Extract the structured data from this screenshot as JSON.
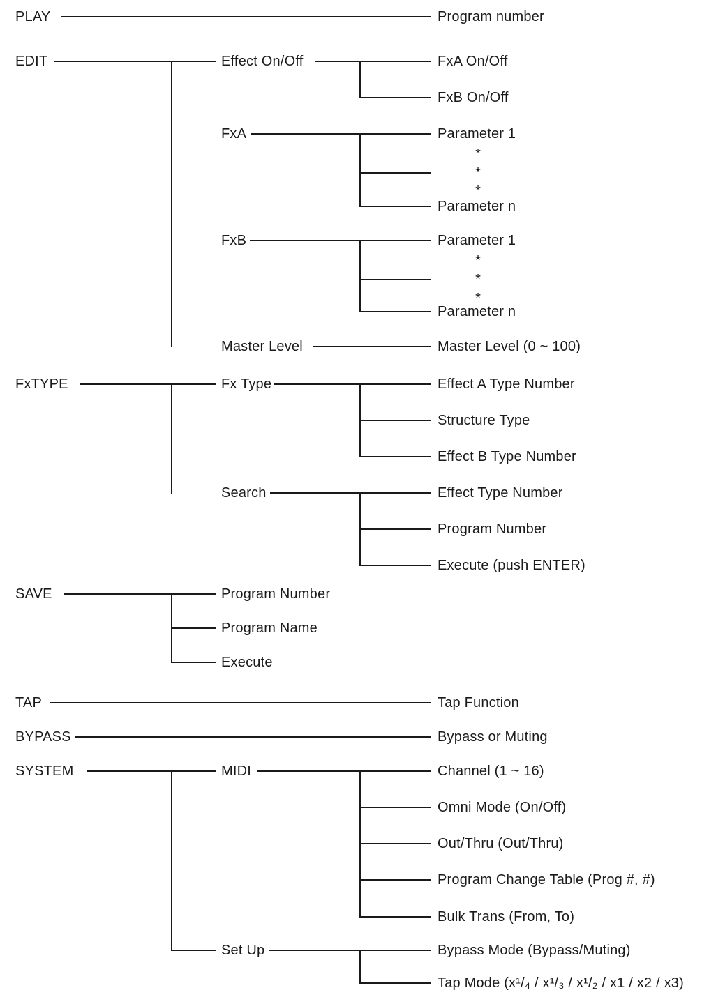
{
  "page": {
    "background_color": "#ffffff",
    "line_color": "#1a1a1a",
    "text_color": "#1a1a1a"
  },
  "tree": [
    {
      "label": "PLAY",
      "children": [
        {
          "label": "Program number"
        }
      ]
    },
    {
      "label": "EDIT",
      "children": [
        {
          "label": "Effect On/Off",
          "children": [
            {
              "label": "FxA On/Off"
            },
            {
              "label": "FxB On/Off"
            }
          ]
        },
        {
          "label": "FxA",
          "children": [
            {
              "label": "Parameter 1"
            },
            {
              "label": "*"
            },
            {
              "label": "*"
            },
            {
              "label": "*"
            },
            {
              "label": "Parameter n"
            }
          ]
        },
        {
          "label": "FxB",
          "children": [
            {
              "label": "Parameter 1"
            },
            {
              "label": "*"
            },
            {
              "label": "*"
            },
            {
              "label": "*"
            },
            {
              "label": "Parameter n"
            }
          ]
        },
        {
          "label": "Master Level",
          "children": [
            {
              "label": "Master Level (0 ~ 100)"
            }
          ]
        }
      ]
    },
    {
      "label": "FxTYPE",
      "children": [
        {
          "label": "Fx Type",
          "children": [
            {
              "label": "Effect A Type Number"
            },
            {
              "label": "Structure Type"
            },
            {
              "label": "Effect B Type Number"
            }
          ]
        },
        {
          "label": "Search",
          "children": [
            {
              "label": "Effect Type Number"
            },
            {
              "label": "Program Number"
            },
            {
              "label": "Execute (push ENTER)"
            }
          ]
        }
      ]
    },
    {
      "label": "SAVE",
      "children": [
        {
          "label": "Program Number"
        },
        {
          "label": "Program Name"
        },
        {
          "label": "Execute"
        }
      ]
    },
    {
      "label": "TAP",
      "children": [
        {
          "label": "Tap Function"
        }
      ]
    },
    {
      "label": "BYPASS",
      "children": [
        {
          "label": "Bypass or Muting"
        }
      ]
    },
    {
      "label": "SYSTEM",
      "children": [
        {
          "label": "MIDI",
          "children": [
            {
              "label": "Channel (1 ~ 16)"
            },
            {
              "label": "Omni Mode (On/Off)"
            },
            {
              "label": "Out/Thru (Out/Thru)"
            },
            {
              "label": "Program Change Table (Prog #, #)"
            },
            {
              "label": "Bulk Trans (From, To)"
            }
          ]
        },
        {
          "label": "Set Up",
          "children": [
            {
              "label": "Bypass Mode (Bypass/Muting)"
            },
            {
              "label": "Tap Mode (x¹/₄ / x¹/₃ / x¹/₂ / x1 / x2 / x3)"
            }
          ]
        }
      ]
    }
  ]
}
